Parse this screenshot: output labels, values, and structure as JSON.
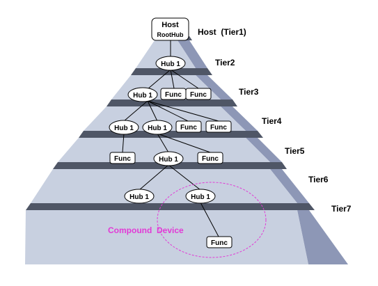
{
  "colors": {
    "band": "#c8d0e0",
    "band_side": "#8d97b6",
    "separator": "#4f5666",
    "compound": "#e23ad6"
  },
  "host": {
    "title": "Host",
    "subtitle": "RootHub"
  },
  "tiers": [
    "Host  (Tier1)",
    "Tier2",
    "Tier3",
    "Tier4",
    "Tier5",
    "Tier6",
    "Tier7"
  ],
  "nodes": {
    "hub": "Hub 1",
    "func": "Func"
  },
  "compound_device_label": "Compound  Device"
}
